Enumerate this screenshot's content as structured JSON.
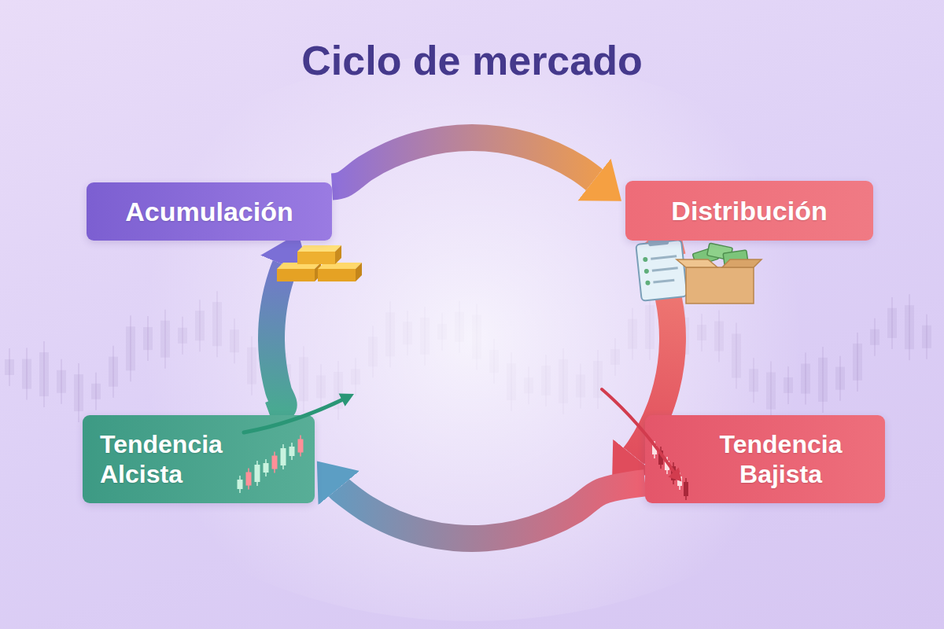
{
  "diagram": {
    "title": "Ciclo de mercado",
    "nodes": [
      {
        "text": [
          "Acumulación"
        ]
      },
      {
        "text": [
          "Distribución"
        ]
      },
      {
        "text": [
          "Tendencia Alcista"
        ]
      },
      {
        "text": [
          "Tendencia Bajista"
        ]
      }
    ],
    "edges": [
      {
        "from": 0,
        "to": 1,
        "arrow": "to"
      },
      {
        "from": 1,
        "to": 3,
        "arrow": "to"
      },
      {
        "from": 3,
        "to": 2,
        "arrow": "to"
      },
      {
        "from": 2,
        "to": 0,
        "arrow": "to"
      }
    ]
  }
}
